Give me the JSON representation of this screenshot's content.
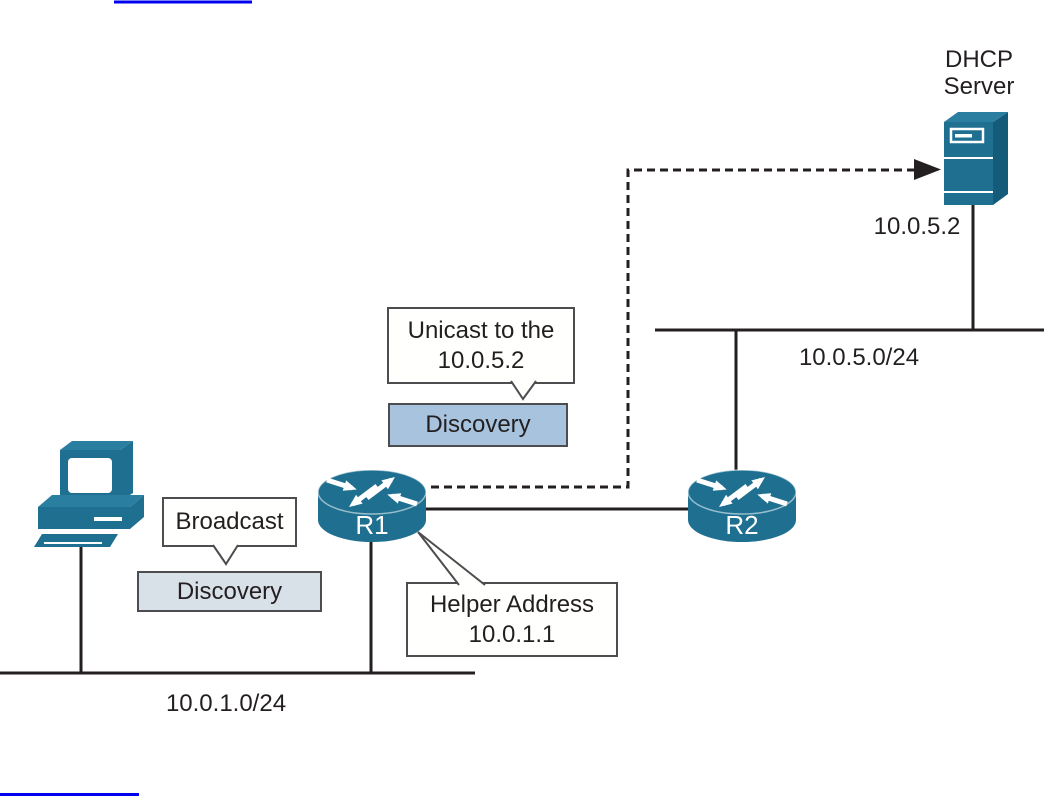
{
  "devices": {
    "client_pc": {
      "icon": "desktop-pc-icon"
    },
    "router_r1": {
      "label": "R1",
      "icon": "router-icon"
    },
    "router_r2": {
      "label": "R2",
      "icon": "router-icon"
    },
    "dhcp_server": {
      "label": "DHCP Server",
      "ip_label": "10.0.5.2",
      "icon": "server-tower-icon"
    }
  },
  "networks": {
    "client_lan": {
      "label": "10.0.1.0/24"
    },
    "server_lan": {
      "label": "10.0.5.0/24"
    }
  },
  "callouts": {
    "broadcast": {
      "label": "Broadcast"
    },
    "discovery_client": {
      "label": "Discovery"
    },
    "unicast": {
      "line1": "Unicast to the",
      "line2": "10.0.5.2"
    },
    "discovery_relay": {
      "label": "Discovery"
    },
    "helper_address": {
      "line1": "Helper Address",
      "line2": "10.0.1.1"
    }
  },
  "colors": {
    "ink": "#231F20",
    "device": "#1E6F90",
    "device-dark": "#135B78",
    "device-light": "#2A7FA0",
    "link-blue": "#0000EE",
    "callout-border": "#4D4D4F",
    "callout-bg": "#FFFFFD",
    "discovery-left-bg": "#D9E1E8",
    "discovery-right-bg": "#A8C3DD"
  }
}
